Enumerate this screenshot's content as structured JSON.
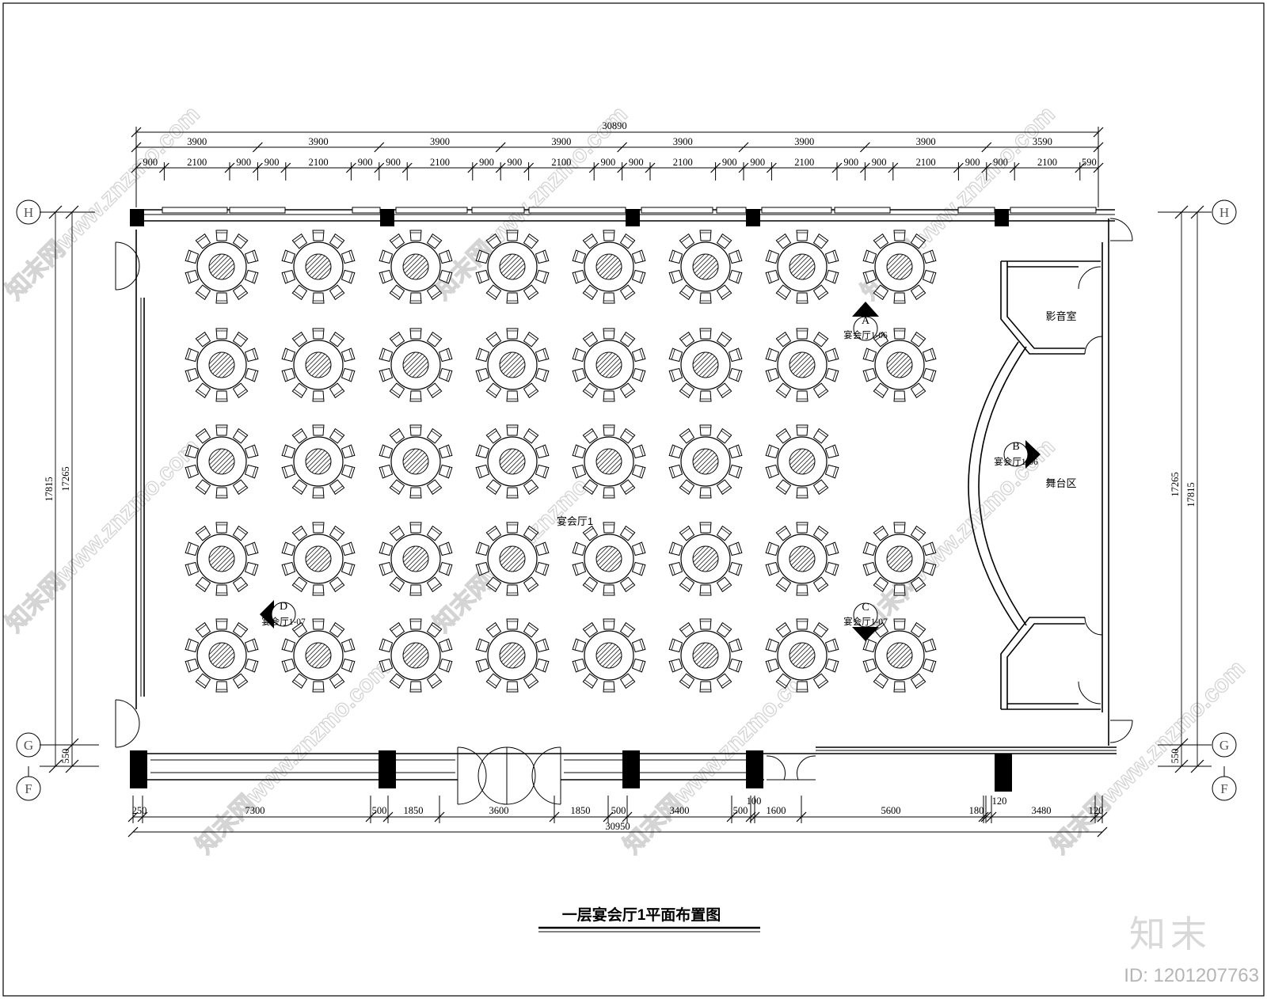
{
  "title": "一层宴会厅1平面布置图",
  "brand": {
    "logo_text": "知末",
    "id_label": "ID: 1201207763"
  },
  "watermark": {
    "text": "知末网www.znzmo.com"
  },
  "rooms": {
    "hall": "宴会厅1",
    "av_room": "影音室",
    "stage": "舞台区"
  },
  "grid_bubbles": {
    "h": "H",
    "g": "G",
    "f": "F"
  },
  "section_markers": [
    {
      "letter": "A",
      "ref": "宴会厅1-06"
    },
    {
      "letter": "B",
      "ref": "宴会厅1-06"
    },
    {
      "letter": "C",
      "ref": "宴会厅1-07"
    },
    {
      "letter": "D",
      "ref": "宴会厅1-07"
    }
  ],
  "dimensions": {
    "top_total": "30890",
    "top_bays": [
      "3900",
      "3900",
      "3900",
      "3900",
      "3900",
      "3900",
      "3900",
      "3590"
    ],
    "top_sub": [
      "900",
      "2100",
      "900",
      "900",
      "2100",
      "900",
      "900",
      "2100",
      "900",
      "900",
      "2100",
      "900",
      "900",
      "2100",
      "900",
      "900",
      "2100",
      "900",
      "900",
      "2100",
      "900",
      "900",
      "2100",
      "590"
    ],
    "bottom_total": "30950",
    "bottom_segments": [
      "250",
      "7300",
      "500",
      "1850",
      "3600",
      "1850",
      "500",
      "3400",
      "500",
      "100",
      "1600",
      "5600",
      "180",
      "120",
      "3480",
      "120"
    ],
    "left_outer": "17815",
    "left_inner": "17265",
    "left_small": "550",
    "right_outer": "17815",
    "right_inner": "17265",
    "right_small": "550"
  },
  "tables": {
    "rows": [
      {
        "count": 8
      },
      {
        "count": 8
      },
      {
        "count": 7
      },
      {
        "count": 8
      },
      {
        "count": 8
      }
    ],
    "chairs_per_table": 10
  }
}
